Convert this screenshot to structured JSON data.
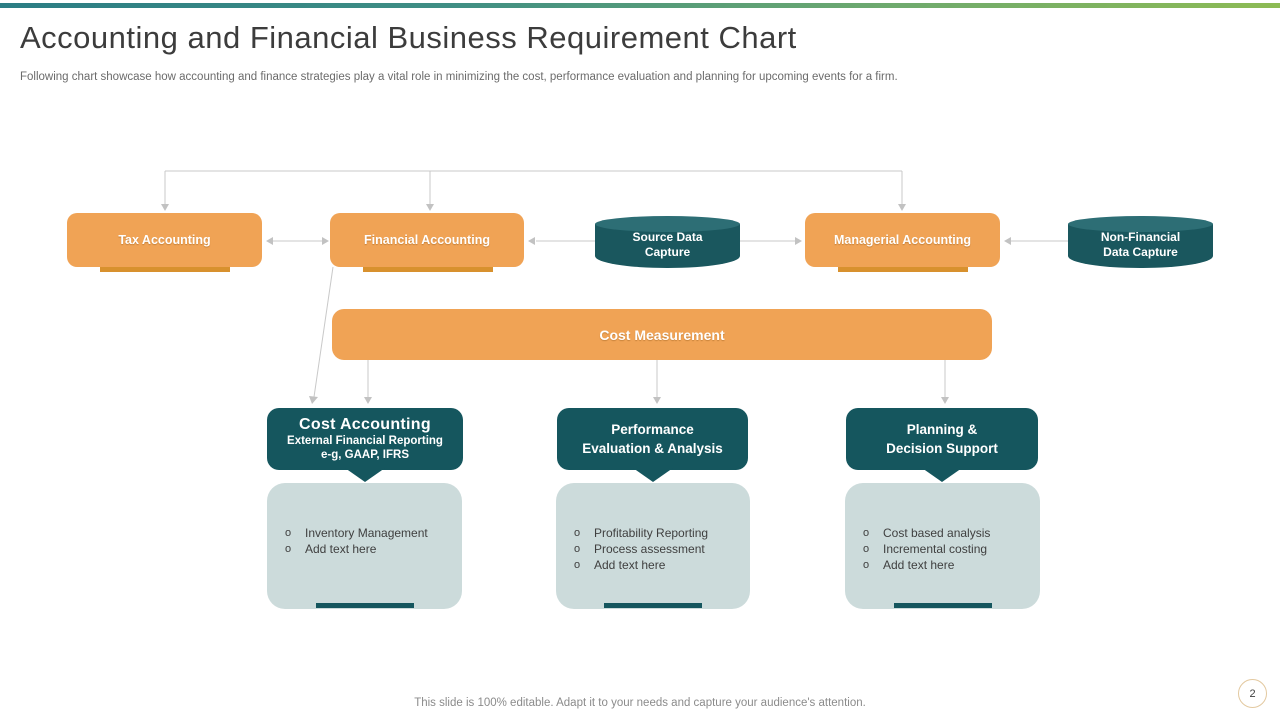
{
  "page": {
    "title": "Accounting and Financial Business Requirement Chart",
    "subtitle": "Following chart showcase how accounting and finance strategies play a vital role in minimizing the cost, performance evaluation and planning for upcoming events for a firm.",
    "footer": "This slide is 100% editable. Adapt it to your needs and capture your audience's attention.",
    "page_number": "2"
  },
  "colors": {
    "orange": "#f0a355",
    "orange_underline": "#d8912e",
    "teal_dark": "#15565e",
    "cylinder_body": "#1a575e",
    "cylinder_top": "#2d6e75",
    "light_box": "#ccdbdb",
    "connector_gray": "#c9c9c9",
    "accent_left": "#2b7d84",
    "accent_right": "#8dbb54"
  },
  "nodes": {
    "tax": {
      "label": "Tax Accounting"
    },
    "financial": {
      "label": "Financial Accounting"
    },
    "managerial": {
      "label": "Managerial Accounting"
    },
    "source_data": {
      "line1": "Source Data",
      "line2": "Capture"
    },
    "non_financial": {
      "line1": "Non-Financial",
      "line2": "Data Capture"
    },
    "cost_measurement": {
      "label": "Cost Measurement"
    }
  },
  "branches": [
    {
      "header": {
        "line1": "Cost Accounting",
        "line2": "External Financial Reporting",
        "line3": "e-g, GAAP, IFRS"
      },
      "items": [
        "Inventory  Management",
        "Add text here"
      ]
    },
    {
      "header": {
        "line1": "Performance",
        "line2": "Evaluation & Analysis"
      },
      "items": [
        "Profitability Reporting",
        "Process assessment",
        "Add text here"
      ]
    },
    {
      "header": {
        "line1": "Planning &",
        "line2": "Decision Support"
      },
      "items": [
        "Cost based analysis",
        "Incremental  costing",
        "Add text here"
      ]
    }
  ]
}
